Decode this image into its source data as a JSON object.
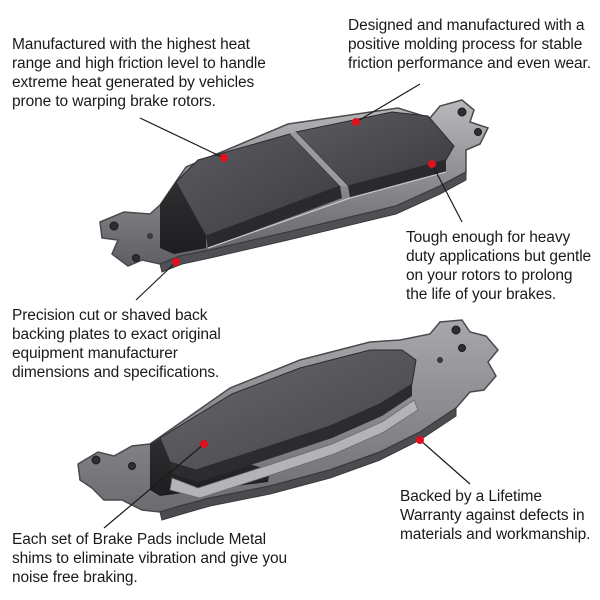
{
  "callouts": {
    "heat": "Manufactured with the highest heat range and high friction level to handle extreme heat generated by vehicles prone to warping brake rotors.",
    "molding": "Designed and manufactured with a positive molding process for stable friction performance and even wear.",
    "tough": "Tough enough for heavy duty applications but gentle on your rotors to prolong the life of your brakes.",
    "precision": "Precision cut or shaved back backing plates to exact original equipment manufacturer dimensions and specifications.",
    "warranty": "Backed by a Lifetime Warranty against defects in materials and workmanship.",
    "shims": "Each set of Brake Pads include Metal shims to eliminate vibration and give you noise free braking."
  },
  "colors": {
    "marker": "#e0101e",
    "leader_line": "#1a1a1a",
    "pad_friction": "#4a4a4f",
    "backing_plate": "#8a8a8e"
  }
}
